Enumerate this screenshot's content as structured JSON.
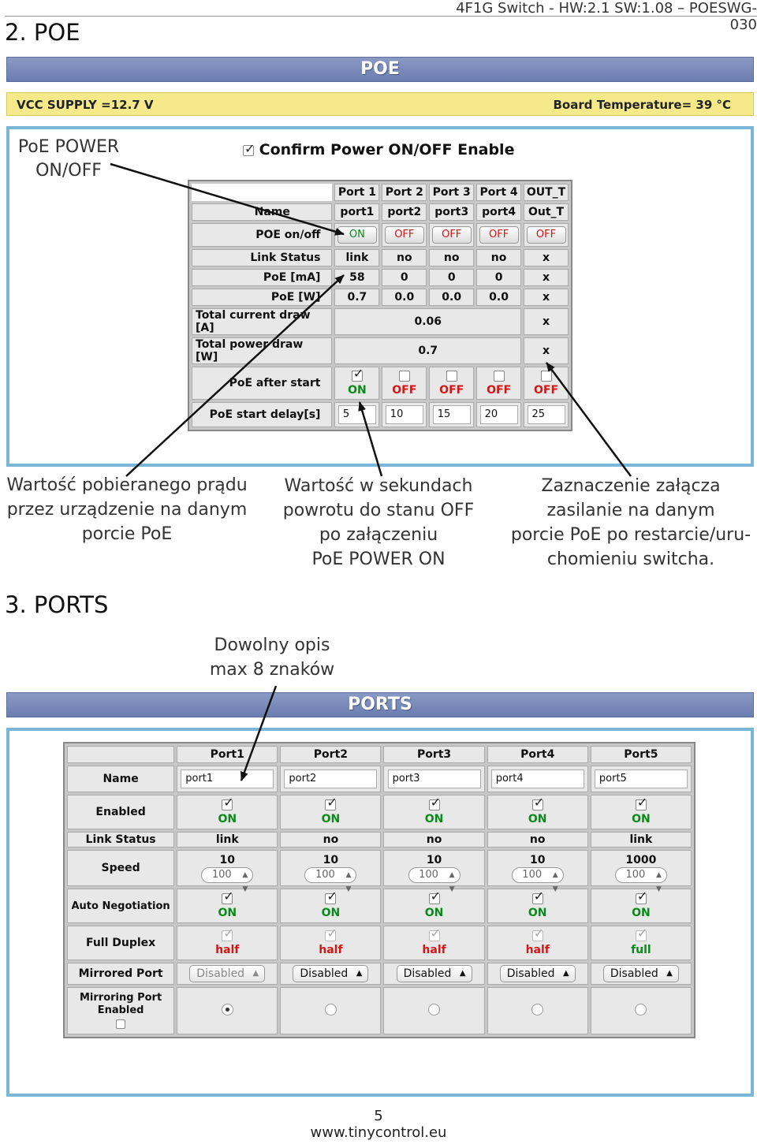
{
  "header": {
    "running_head": "4F1G Switch - HW:2.1 SW:1.08 – POESWG-030",
    "section_poe": "2. POE",
    "section_ports": "3. PORTS"
  },
  "poe": {
    "bar_title": "POE",
    "vcc": "VCC SUPPLY =12.7 V",
    "temperature": "Board Temperature= 39 °C",
    "confirm_label": "Confirm Power ON/OFF Enable",
    "columns": [
      "Port 1",
      "Port 2",
      "Port 3",
      "Port 4",
      "OUT_T"
    ],
    "labels": {
      "name": "Name",
      "onoff": "POE on/off",
      "link": "Link Status",
      "ma": "PoE [mA]",
      "w": "PoE [W]",
      "total_a": "Total current draw [A]",
      "total_w": "Total power draw [W]",
      "after": "PoE after start",
      "delay": "PoE start delay[s]"
    },
    "names": [
      "port1",
      "port2",
      "port3",
      "port4",
      "Out_T"
    ],
    "onoff": [
      "ON",
      "OFF",
      "OFF",
      "OFF",
      "OFF"
    ],
    "link": [
      "link",
      "no",
      "no",
      "no",
      "x"
    ],
    "ma": [
      "58",
      "0",
      "0",
      "0",
      "x"
    ],
    "w": [
      "0.7",
      "0.0",
      "0.0",
      "0.0",
      "x"
    ],
    "total_a": "0.06",
    "total_a_x": "x",
    "total_w": "0.7",
    "total_w_x": "x",
    "after": [
      "ON",
      "OFF",
      "OFF",
      "OFF",
      "OFF"
    ],
    "delay": [
      "5",
      "10",
      "15",
      "20",
      "25"
    ]
  },
  "notes": {
    "poe_power": "PoE POWER\nON/OFF",
    "current": "Wartość pobieranego prądu\nprzez urządzenie na danym\nporcie PoE",
    "seconds": "Wartość w sekundach\npowrotu do stanu OFF\npo załączeniu\nPoE POWER ON",
    "restart": "Zaznaczenie załącza\nzasilanie na danym\nporcie PoE po restarcie/uru-\nchomieniu switcha.",
    "desc": "Dowolny opis\nmax 8 znaków"
  },
  "ports": {
    "bar_title": "PORTS",
    "columns": [
      "Port1",
      "Port2",
      "Port3",
      "Port4",
      "Port5"
    ],
    "labels": {
      "name": "Name",
      "enabled": "Enabled",
      "link": "Link Status",
      "speed": "Speed",
      "autoneg": "Auto Negotiation",
      "duplex": "Full Duplex",
      "mirrored": "Mirrored Port",
      "mirroring": "Mirroring Port Enabled"
    },
    "names": [
      "port1",
      "port2",
      "port3",
      "port4",
      "port5"
    ],
    "enabled": [
      "ON",
      "ON",
      "ON",
      "ON",
      "ON"
    ],
    "link": [
      "link",
      "no",
      "no",
      "no",
      "link"
    ],
    "speed": [
      "10",
      "10",
      "10",
      "10",
      "1000"
    ],
    "speed_select": [
      "100",
      "100",
      "100",
      "100",
      "100"
    ],
    "autoneg": [
      "ON",
      "ON",
      "ON",
      "ON",
      "ON"
    ],
    "duplex": [
      "half",
      "half",
      "half",
      "half",
      "full"
    ],
    "mirrored": [
      "Disabled",
      "Disabled",
      "Disabled",
      "Disabled",
      "Disabled"
    ]
  },
  "footer": {
    "page": "5",
    "url": "www.tinycontrol.eu"
  }
}
